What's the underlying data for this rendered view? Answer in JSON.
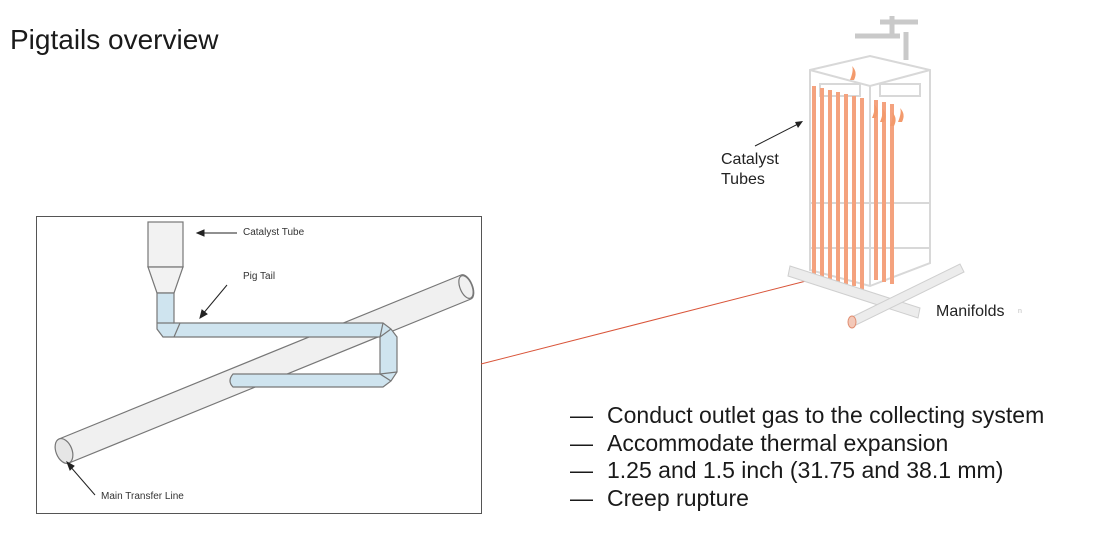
{
  "page": {
    "title": "Pigtails overview"
  },
  "diagram": {
    "labels": {
      "catalyst_tube": "Catalyst Tube",
      "pig_tail": "Pig Tail",
      "main_transfer_line": "Main Transfer Line"
    }
  },
  "reformer": {
    "catalyst_tubes_label": [
      "Catalyst",
      "Tubes"
    ],
    "manifolds_label": "Manifolds",
    "tiny_mark": "n"
  },
  "bullets": {
    "dash": "—",
    "items": [
      "Conduct outlet gas to the collecting system",
      "Accommodate thermal expansion",
      "1.25 and 1.5 inch (31.75 and 38.1 mm)",
      "Creep rupture"
    ]
  },
  "colors": {
    "pigtail_fill": "#cfe4ef",
    "pipe_stroke": "#7a7a7a",
    "connector_line": "#d9553a",
    "tube_orange": "#f4a27e"
  }
}
